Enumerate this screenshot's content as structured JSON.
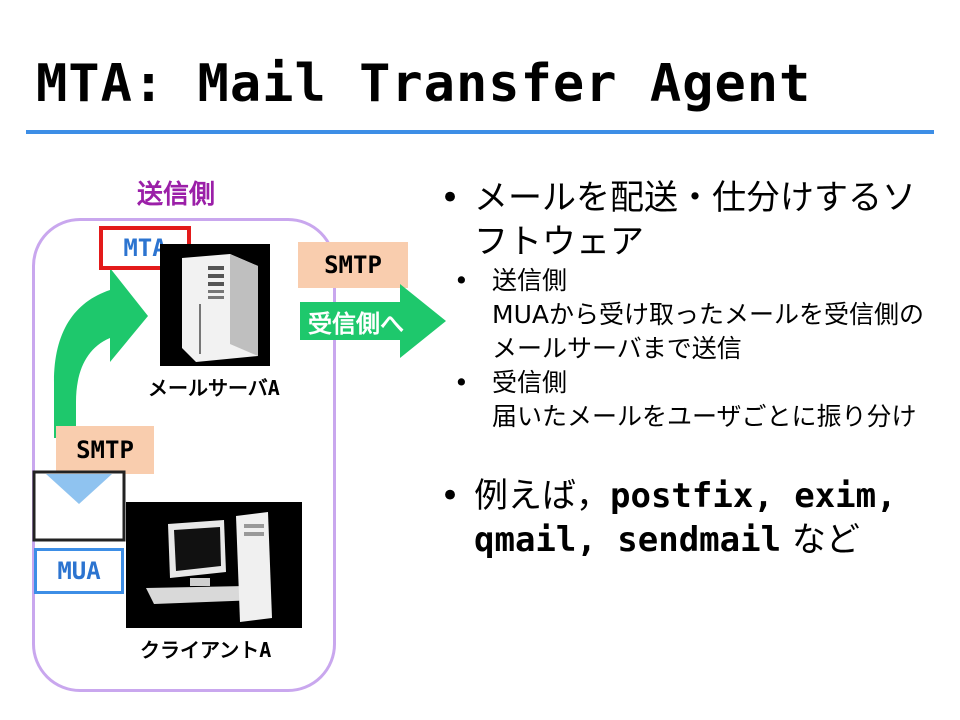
{
  "slide": {
    "title": "MTA: Mail Transfer Agent"
  },
  "diagram": {
    "sender_side_label": "送信側",
    "mta_label": "MTA",
    "server_caption": "メールサーバA",
    "smtp_left_label": "SMTP",
    "smtp_right_label": "SMTP",
    "to_receiver_label": "受信側へ",
    "mua_label": "MUA",
    "client_caption": "クライアントA",
    "colors": {
      "arrow_green": "#1ec86c",
      "smtp_badge": "#f9cdae",
      "title_rule": "#3d8ee6",
      "group_border": "#c9a7ee",
      "mta_border": "#e31a1a",
      "sender_label": "#9b1fa8"
    }
  },
  "bullets": {
    "b1_dot": "•",
    "b1_text": "メールを配送・仕分けするソフトウェア",
    "sub1_dot": "•",
    "sub1_title": "送信側",
    "sub1_text": "MUAから受け取ったメールを受信側のメールサーバまで送信",
    "sub2_dot": "•",
    "sub2_title": "受信側",
    "sub2_text": "届いたメールをユーザごとに振り分け",
    "b2_dot": "•",
    "b2_prefix": "例えば，",
    "b2_mono1": "postfix, exim,",
    "b2_mono2": "qmail, sendmail",
    "b2_suffix": " など"
  }
}
